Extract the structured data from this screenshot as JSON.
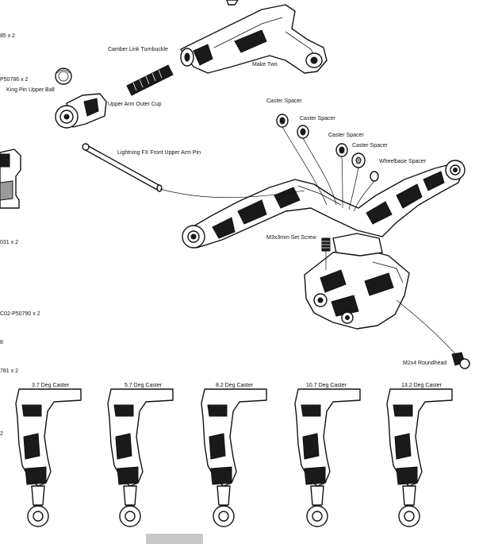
{
  "labels": {
    "partial_qty_top": "85 x 2",
    "camber_link": "Camber Link Turnbuckle",
    "make_two": "Make Two",
    "partial_pn_kingpin": "P50786 x 2",
    "king_pin_ball": "King Pin Upper Ball",
    "upper_arm_cup": "Upper Arm Outer Cup",
    "caster_spacer_1": "Caster Spacer",
    "caster_spacer_2": "Caster Spacer",
    "caster_spacer_3": "Caster Spacer",
    "caster_spacer_4": "Caster Spacer",
    "upper_arm_pin": "Lightning FX Front Upper Arm Pin",
    "wheelbase_spacer": "Wheelbase Spacer",
    "partial_qty_031": "031 x 2",
    "set_screw": "M3x3mm Set Screw",
    "partial_pn_50790": "C02-P50790 x 2",
    "partial_8": "8",
    "roundhead": "M2x4 Roundhead",
    "partial_qty_781": "781 x 2",
    "partial_2": "2"
  },
  "caster_options": [
    {
      "label": "3.7 Deg Caster"
    },
    {
      "label": "5.7 Deg Caster"
    },
    {
      "label": "8.2 Deg Caster"
    },
    {
      "label": "10.7 Deg Caster"
    },
    {
      "label": "13.2 Deg Caster"
    }
  ],
  "colors": {
    "line": "#111111",
    "shade": "#1a1a1a",
    "scrollbar": "#c8c8c8"
  }
}
